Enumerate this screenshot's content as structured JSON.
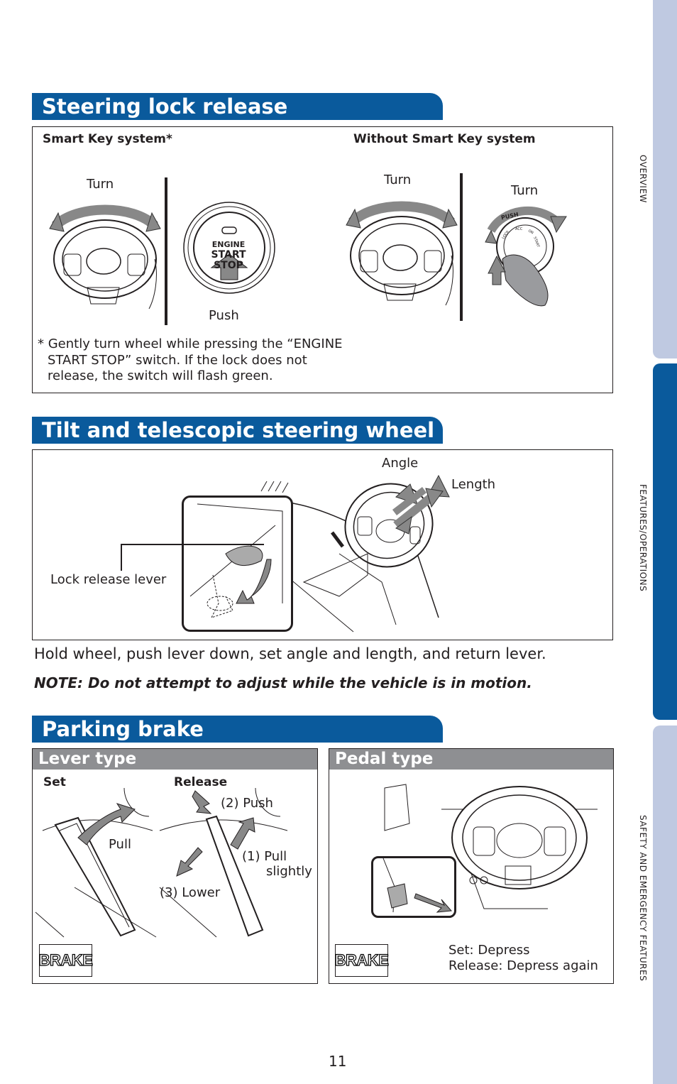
{
  "side_tabs": {
    "overview": "OVERVIEW",
    "features": "FEATURES/OPERATIONS",
    "safety": "SAFETY AND EMERGENCY FEATURES"
  },
  "steering_lock": {
    "title": "Steering lock release",
    "smart_key_label": "Smart Key system*",
    "no_smart_key_label": "Without Smart Key system",
    "turn_label": "Turn",
    "push_label": "Push",
    "button_text": [
      "ENGINE",
      "START",
      "STOP"
    ],
    "key_cylinder_text": [
      "PUSH",
      "LOCK",
      "ACC",
      "ON",
      "START"
    ],
    "footnote_lines": [
      "* Gently turn wheel while pressing the “ENGINE",
      "START STOP” switch. If the lock does not",
      "release, the switch will flash green."
    ]
  },
  "tilt": {
    "title": "Tilt and telescopic steering wheel",
    "angle_label": "Angle",
    "length_label": "Length",
    "lever_label": "Lock release lever",
    "instruction": "Hold wheel, push lever down, set angle and length, and return lever.",
    "note": "NOTE: Do not attempt to adjust while the vehicle is in motion."
  },
  "parking": {
    "title": "Parking brake",
    "lever_type": "Lever type",
    "pedal_type": "Pedal type",
    "set_label": "Set",
    "release_label": "Release",
    "pull_label": "Pull",
    "push_step": "(2) Push",
    "pull_step_1": "(1) Pull",
    "pull_step_2": "slightly",
    "lower_step": "(3) Lower",
    "brake_indicator": "BRAKE",
    "pedal_set": "Set: Depress",
    "pedal_release": "Release: Depress again"
  },
  "page_number": "11",
  "colors": {
    "header_blue": "#0a5a9c",
    "tab_light": "#bfc9e1",
    "sub_gray": "#8e8f92"
  }
}
